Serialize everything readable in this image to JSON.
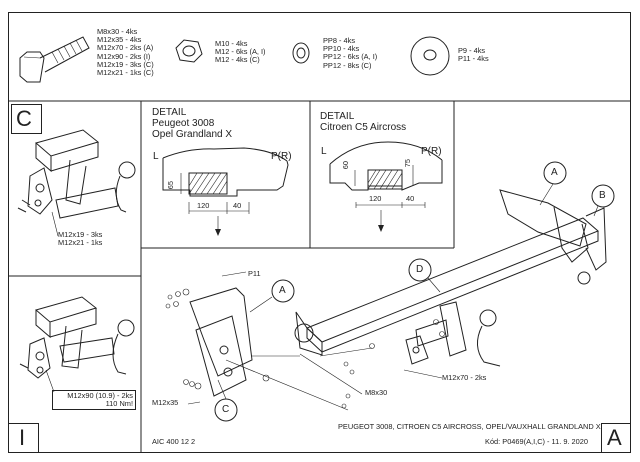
{
  "hardware": {
    "bolts": [
      "M8x30 - 4ks",
      "M12x35 - 4ks",
      "M12x70 - 2ks (A)",
      "M12x90 - 2ks (I)",
      "M12x19 - 3ks (C)",
      "M12x21 - 1ks (C)"
    ],
    "nuts": [
      "M10 - 4ks",
      "M12 - 6ks (A, I)",
      "M12 - 4ks (C)"
    ],
    "spring_washers": [
      "PP8 - 4ks",
      "PP10 - 4ks",
      "PP12 - 6ks (A, I)",
      "PP12 - 8ks (C)"
    ],
    "flat_washers": [
      "P9 - 4ks",
      "P11 - 4ks"
    ]
  },
  "detail_peugeot": {
    "title_lines": [
      "DETAIL",
      "Peugeot 3008",
      "Opel Grandland X"
    ],
    "left_label": "L",
    "right_label": "P(R)",
    "dim_height": "65",
    "dim_width": "120",
    "dim_offset": "40"
  },
  "detail_citroen": {
    "title_lines": [
      "DETAIL",
      "Citroen C5 Aircross"
    ],
    "left_label": "L",
    "right_label": "P(R)",
    "dim_height_left": "60",
    "dim_height_right": "75",
    "dim_width": "120",
    "dim_offset": "40"
  },
  "panel_c": {
    "letter": "C",
    "bolts": [
      "M12x19 - 3ks",
      "M12x21 - 1ks"
    ]
  },
  "panel_i": {
    "letter": "I",
    "bolts": [
      "M12x90 (10.9) - 2ks",
      "110 Nm!"
    ]
  },
  "main_view": {
    "callouts": {
      "a1": "A",
      "a2": "A",
      "b": "B",
      "c": "C",
      "d": "D"
    },
    "labels": {
      "p11": "P11",
      "m12x35": "M12x35",
      "m8x30": "M8x30",
      "m12x70": "M12x70 - 2ks"
    }
  },
  "footer": {
    "code": "AIC 400 12 2",
    "vehicles": "PEUGEOT 3008, CITROEN C5 AIRCROSS, OPEL/VAUXHALL GRANDLAND X",
    "kod": "Kód: P0469(A,I,C) - 11. 9. 2020",
    "corner_letter": "A"
  }
}
